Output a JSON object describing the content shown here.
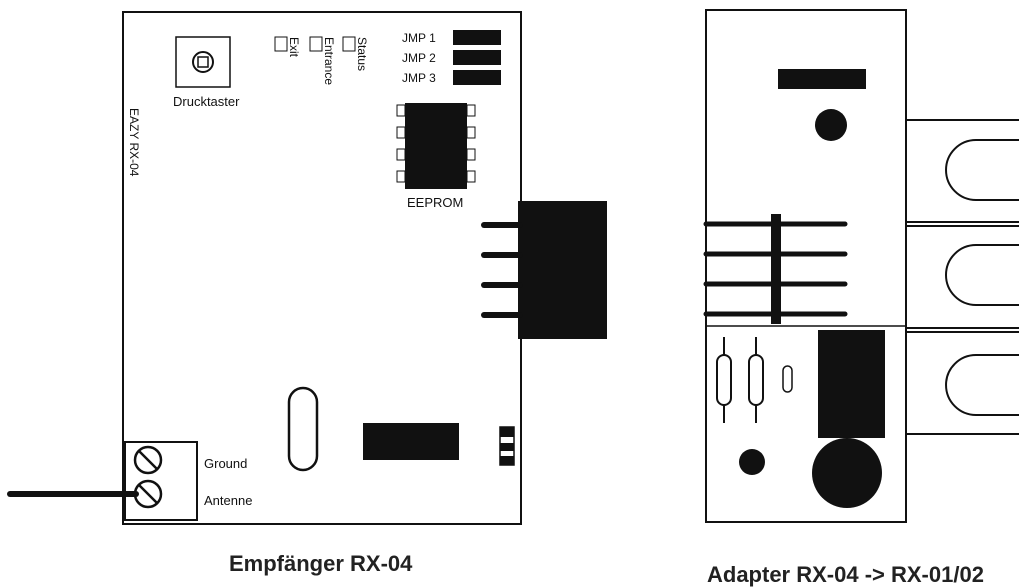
{
  "receiver": {
    "caption": "Empfänger RX-04",
    "vertical_label": "EAZY RX-04",
    "button_label": "Drucktaster",
    "leds": [
      "Exit",
      "Entrance",
      "Status"
    ],
    "jumpers": [
      "JMP 1",
      "JMP 2",
      "JMP 3"
    ],
    "chip_label": "EEPROM",
    "terminals": [
      "Ground",
      "Antenne"
    ]
  },
  "adapter": {
    "caption": "Adapter RX-04 -> RX-01/02"
  },
  "colors": {
    "ink": "#111111",
    "background": "#ffffff"
  }
}
